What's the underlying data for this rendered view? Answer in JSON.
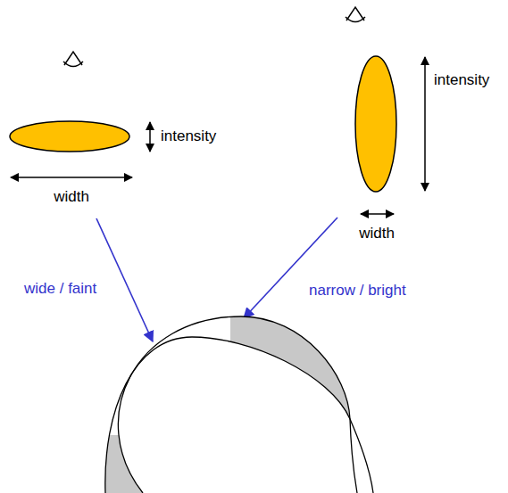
{
  "diagram": {
    "labels": [
      "intensity",
      "width",
      "intensity",
      "width",
      "wide / faint",
      "narrow / bright"
    ]
  }
}
